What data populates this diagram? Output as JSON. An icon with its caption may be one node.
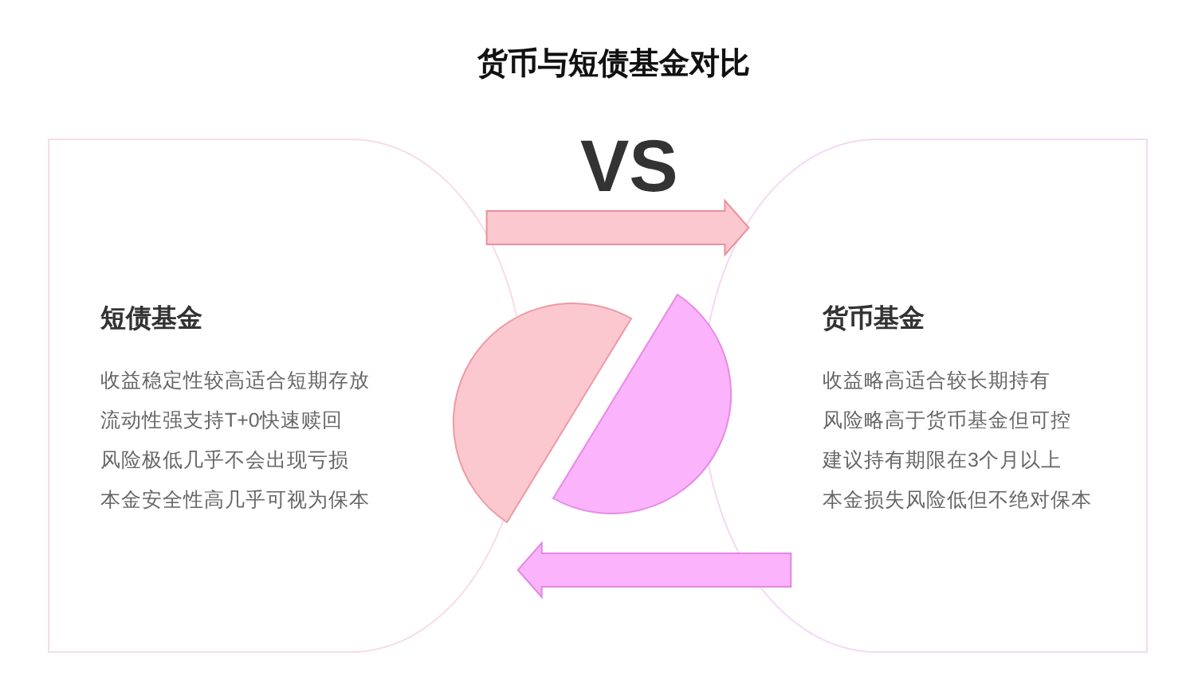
{
  "diagram": {
    "title": "货币与短债基金对比",
    "nodes": [
      {
        "text": [
          "短债基金",
          "收益稳定性较高适合短期存放",
          "流动性强支持T+0快速赎回",
          "风险极低几乎不会出现亏损",
          "本金安全性高几乎可视为保本"
        ]
      },
      {
        "text": [
          "货币基金",
          "收益略高适合较长期持有",
          "风险略高于货币基金但可控",
          "建议持有期限在3个月以上",
          "本金损失风险低但不绝对保本"
        ]
      }
    ],
    "edges": [
      {
        "from": 0,
        "to": 1,
        "arrow": "to",
        "style": "thick",
        "color": "#fcc8cf"
      },
      {
        "from": 1,
        "to": 0,
        "arrow": "to",
        "style": "thick",
        "color": "#fbb3fb"
      }
    ],
    "labels": [
      "VS"
    ]
  }
}
